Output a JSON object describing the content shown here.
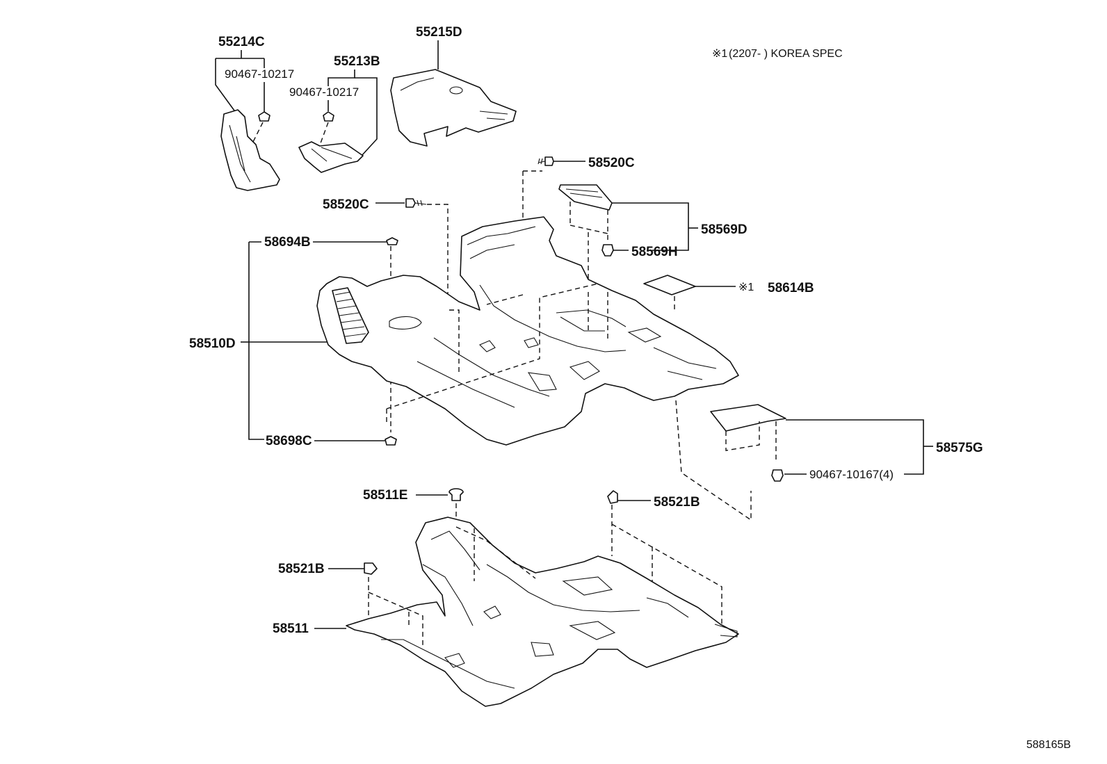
{
  "note": {
    "symbol": "※1",
    "text": "(2207-        ) KOREA SPEC"
  },
  "diagram_id": "588165B",
  "parts": {
    "p55214C": "55214C",
    "p90467_10217_a": "90467-10217",
    "p55213B": "55213B",
    "p90467_10217_b": "90467-10217",
    "p55215D": "55215D",
    "p58520C_a": "58520C",
    "p58520C_b": "58520C",
    "p58569D": "58569D",
    "p58569H": "58569H",
    "p58694B": "58694B",
    "p58614B": "58614B",
    "p58614B_mark": "※1",
    "p58510D": "58510D",
    "p58698C": "58698C",
    "p58575G": "58575G",
    "p90467_10167": "90467-10167(4)",
    "p58511E": "58511E",
    "p58521B_a": "58521B",
    "p58521B_b": "58521B",
    "p58511": "58511"
  }
}
